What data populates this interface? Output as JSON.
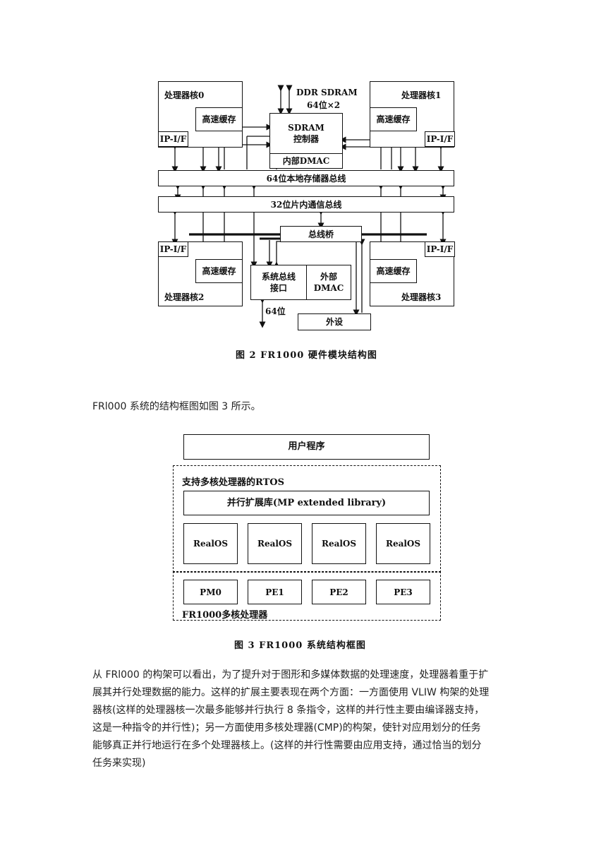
{
  "fig2": {
    "pe0": "处理器核0",
    "pe1": "处理器核1",
    "pe2": "处理器核2",
    "pe3": "处理器核3",
    "cache": "高速缓存",
    "ipif": "IP-I/F",
    "ddr_line1": "DDR SDRAM",
    "ddr_line2": "64位×2",
    "sdram_line1": "SDRAM",
    "sdram_line2": "控制器",
    "dmac_internal": "内部DMAC",
    "bus64": "64位本地存储器总线",
    "bus32": "32位片内通信总线",
    "bridge": "总线桥",
    "sysbus_line1": "系统总线",
    "sysbus_line2": "接口",
    "ext_dmac_line1": "外部",
    "ext_dmac_line2": "DMAC",
    "width64": "64位",
    "peripheral": "外设",
    "caption": "图 2   FR1000 硬件模块结构图"
  },
  "para1": "FRl000 系统的结构框图如图 3 所示。",
  "fig3": {
    "user_program": "用户程序",
    "rtos_label": "支持多核处理器的RTOS",
    "mp_lib": "并行扩展库(MP extended library)",
    "realos": [
      "RealOS",
      "RealOS",
      "RealOS",
      "RealOS"
    ],
    "pes": [
      "PM0",
      "PE1",
      "PE2",
      "PE3"
    ],
    "multicore_label": "FR1000多核处理器",
    "caption": "图 3   FR1000 系统结构框图"
  },
  "para2": [
    "从 FRl000 的构架可以看出，为了提升对于图形和多媒体数据的处理速度，处理器着重于扩",
    "展其并行处理数据的能力。这样的扩展主要表现在两个方面：一方面使用 VLIW 构架的处理",
    "器核(这样的处理器核一次最多能够并行执行 8 条指令，这样的并行性主要由编译器支持，",
    "这是一种指令的并行性)；另一方面使用多核处理器(CMP)的构架，使针对应用划分的任务",
    "能够真正并行地运行在多个处理器核上。(这样的并行性需要由应用支持，通过恰当的划分",
    "任务来实现)"
  ]
}
